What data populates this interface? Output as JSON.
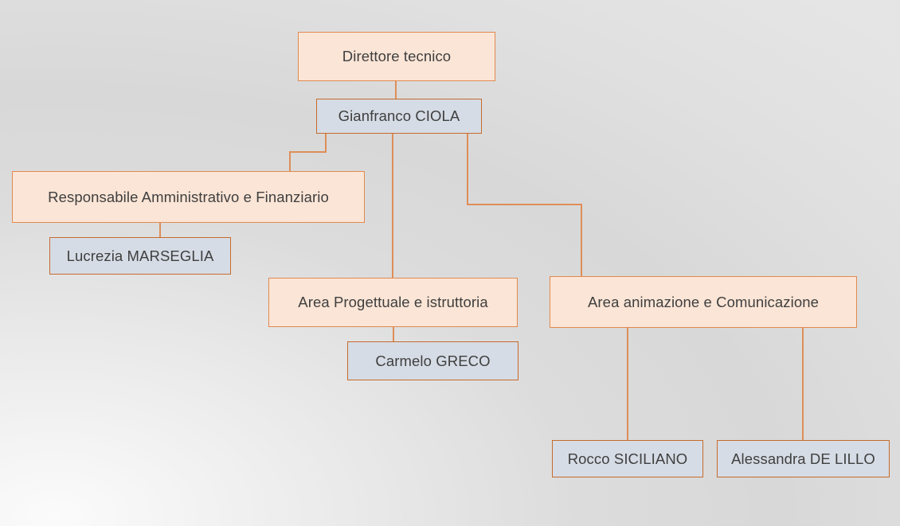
{
  "org_chart": {
    "type": "organizational-chart",
    "root": {
      "role": "Direttore tecnico",
      "name": "Gianfranco CIOLA"
    },
    "branches": [
      {
        "role": "Responsabile Amministrativo e Finanziario",
        "members": [
          "Lucrezia MARSEGLIA"
        ]
      },
      {
        "role": "Area Progettuale e istruttoria",
        "members": [
          "Carmelo GRECO"
        ]
      },
      {
        "role": "Area animazione e Comunicazione",
        "members": [
          "Rocco SICILIANO",
          "Alessandra DE LILLO"
        ]
      }
    ]
  },
  "colors": {
    "role_fill": "#fbe5d6",
    "role_border": "#e08a50",
    "name_fill": "#d6dce5",
    "name_border": "#c66b2c",
    "connector_color": "#de8e58",
    "text_color": "#3f3f3f"
  }
}
